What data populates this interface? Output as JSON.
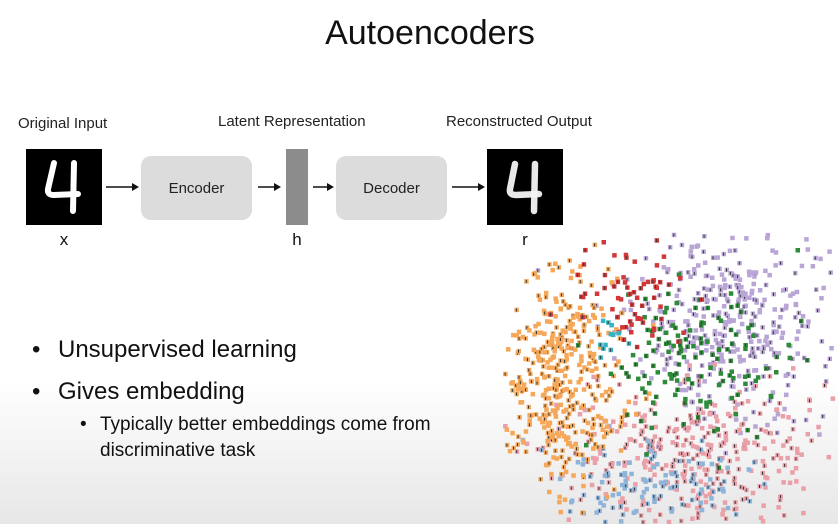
{
  "slide": {
    "title": "Autoencoders"
  },
  "diagram": {
    "original_input_label": "Original Input",
    "latent_label": "Latent Representation",
    "reconstructed_label": "Reconstructed Output",
    "encoder_label": "Encoder",
    "decoder_label": "Decoder",
    "x_label": "x",
    "h_label": "h",
    "r_label": "r"
  },
  "bullets": {
    "item1": "Unsupervised learning",
    "item2": "Gives embedding",
    "sub1": "Typically better embeddings come from discriminative task"
  },
  "colors": {
    "background": "#ffffff",
    "block": "#dcdcdc",
    "latent": "#8c8c8c",
    "cluster_orange": "#f5a85a",
    "cluster_purple": "#b9a6d6",
    "cluster_green": "#2e8b3a",
    "cluster_red": "#d2383a",
    "cluster_pink": "#e9a0a8",
    "cluster_blue": "#8fb4d9",
    "cluster_teal": "#35b3c0"
  }
}
